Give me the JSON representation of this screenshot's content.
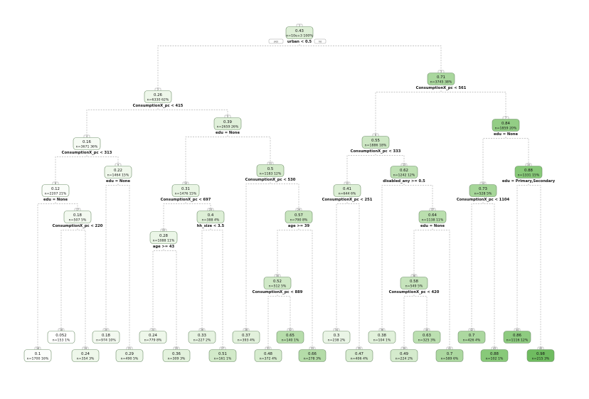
{
  "tree": {
    "root_labels": {
      "yes": "yes",
      "no": "no"
    },
    "nodes": [
      {
        "id": "1",
        "value": "0.43",
        "count": "n=10e+3  100%",
        "split": "urban < 0.5",
        "fill": "#deefd7"
      },
      {
        "id": "2",
        "value": "0.26",
        "count": "n=6330  62%",
        "split": "ConsumptionX_pc < 415",
        "fill": "#eef7ea"
      },
      {
        "id": "3",
        "value": "0.71",
        "count": "n=3745  38%",
        "split": "ConsumptionX_pc < 561",
        "fill": "#a9d79d"
      },
      {
        "id": "4",
        "value": "0.16",
        "count": "n=3671  36%",
        "split": "ConsumptionX_pc < 313",
        "fill": "#f6fbf4"
      },
      {
        "id": "5",
        "value": "0.39",
        "count": "n=2659  26%",
        "split": "edu = None",
        "fill": "#e0f0da"
      },
      {
        "id": "6",
        "value": "0.55",
        "count": "n=1886  18%",
        "split": "ConsumptionX_pc < 333",
        "fill": "#cde7c4"
      },
      {
        "id": "7",
        "value": "0.84",
        "count": "n=1859  20%",
        "split": "edu = None",
        "fill": "#93cd85"
      },
      {
        "id": "8",
        "value": "0.12",
        "count": "n=2207  21%",
        "split": "edu = None",
        "fill": "#fafdf9"
      },
      {
        "id": "9",
        "value": "0.22",
        "count": "n=1464  15%",
        "split": "edu = None",
        "fill": "#f0f8ec"
      },
      {
        "id": "10",
        "value": "0.31",
        "count": "n=1476  15%",
        "split": "ConsumptionX_pc < 697",
        "fill": "#e9f5e4"
      },
      {
        "id": "11",
        "value": "0.5",
        "count": "n=1183  12%",
        "split": "ConsumptionX_pc < 530",
        "fill": "#d4eacb"
      },
      {
        "id": "12",
        "value": "0.41",
        "count": "n=644  6%",
        "split": "ConsumptionX_pc < 251",
        "fill": "#dcefd5"
      },
      {
        "id": "13",
        "value": "0.62",
        "count": "n=1242  12%",
        "split": "disabled_any >= 0.5",
        "fill": "#bfe1b4"
      },
      {
        "id": "14",
        "value": "0.73",
        "count": "n=528  5%",
        "split": "ConsumptionX_pc < 1104",
        "fill": "#a6d699"
      },
      {
        "id": "15",
        "value": "0.88",
        "count": "n=1331  15%",
        "split": "edu = Primary,Secondary",
        "fill": "#88c979"
      },
      {
        "id": "16",
        "value": "0.1",
        "count": "n=1700  16%",
        "split": "",
        "fill": "#fbfdfa"
      },
      {
        "id": "17",
        "value": "0.18",
        "count": "n=507  5%",
        "split": "ConsumptionX_pc < 220",
        "fill": "#f3f9f0"
      },
      {
        "id": "18",
        "value": "0.052",
        "count": "n=153  1%",
        "split": "",
        "fill": "#ffffff"
      },
      {
        "id": "19",
        "value": "0.24",
        "count": "n=354  3%",
        "split": "",
        "fill": "#eef7ea"
      },
      {
        "id": "20",
        "value": "0.18",
        "count": "n=974  10%",
        "split": "",
        "fill": "#f3f9f0"
      },
      {
        "id": "21",
        "value": "0.29",
        "count": "n=490  5%",
        "split": "",
        "fill": "#eaf5e6"
      },
      {
        "id": "22",
        "value": "0.28",
        "count": "n=1088  11%",
        "split": "age >= 43",
        "fill": "#ebf6e7"
      },
      {
        "id": "23",
        "value": "0.4",
        "count": "n=388  4%",
        "split": "hh_size < 3.5",
        "fill": "#ddefd6"
      },
      {
        "id": "24",
        "value": "0.24",
        "count": "n=779  8%",
        "split": "",
        "fill": "#eef7ea"
      },
      {
        "id": "25",
        "value": "0.36",
        "count": "n=309  3%",
        "split": "",
        "fill": "#e3f2dd"
      },
      {
        "id": "26",
        "value": "0.33",
        "count": "n=227  2%",
        "split": "",
        "fill": "#e6f3e1"
      },
      {
        "id": "27",
        "value": "0.51",
        "count": "n=161  1%",
        "split": "",
        "fill": "#d2eac9"
      },
      {
        "id": "28",
        "value": "0.37",
        "count": "n=393  4%",
        "split": "",
        "fill": "#e2f1dc"
      },
      {
        "id": "29",
        "value": "0.57",
        "count": "n=790  8%",
        "split": "age >= 39",
        "fill": "#c8e5be"
      },
      {
        "id": "30",
        "value": "0.52",
        "count": "n=512  5%",
        "split": "ConsumptionX_pc < 889",
        "fill": "#d0e9c7"
      },
      {
        "id": "31",
        "value": "0.48",
        "count": "n=372  4%",
        "split": "",
        "fill": "#d6ecce"
      },
      {
        "id": "32",
        "value": "0.65",
        "count": "n=140  1%",
        "split": "",
        "fill": "#b7ddab"
      },
      {
        "id": "33",
        "value": "0.66",
        "count": "n=278  3%",
        "split": "",
        "fill": "#b4dca8"
      },
      {
        "id": "34",
        "value": "0.3",
        "count": "n=238  2%",
        "split": "",
        "fill": "#eaf5e6"
      },
      {
        "id": "35",
        "value": "0.47",
        "count": "n=406  4%",
        "split": "",
        "fill": "#d7ecd0"
      },
      {
        "id": "36",
        "value": "0.38",
        "count": "n=104  1%",
        "split": "",
        "fill": "#e1f1db"
      },
      {
        "id": "37",
        "value": "0.64",
        "count": "n=1138  11%",
        "split": "edu = None",
        "fill": "#badfae"
      },
      {
        "id": "38",
        "value": "0.58",
        "count": "n=549  5%",
        "split": "ConsumptionX_pc < 420",
        "fill": "#c6e4bc"
      },
      {
        "id": "39",
        "value": "0.49",
        "count": "n=224  2%",
        "split": "",
        "fill": "#d5ebcd"
      },
      {
        "id": "40",
        "value": "0.63",
        "count": "n=325  3%",
        "split": "",
        "fill": "#bce0b1"
      },
      {
        "id": "41",
        "value": "0.7",
        "count": "n=589  6%",
        "split": "",
        "fill": "#acd8a0"
      },
      {
        "id": "42",
        "value": "0.7",
        "count": "n=426  4%",
        "split": "",
        "fill": "#acd8a0"
      },
      {
        "id": "43",
        "value": "0.88",
        "count": "n=102  1%",
        "split": "",
        "fill": "#88c979"
      },
      {
        "id": "44",
        "value": "0.86",
        "count": "n=1116  12%",
        "split": "",
        "fill": "#8ecb80"
      },
      {
        "id": "45",
        "value": "0.98",
        "count": "n=215  3%",
        "split": "",
        "fill": "#6fbc60"
      }
    ],
    "edges": [
      [
        "1",
        "2"
      ],
      [
        "1",
        "3"
      ],
      [
        "2",
        "4"
      ],
      [
        "2",
        "5"
      ],
      [
        "3",
        "6"
      ],
      [
        "3",
        "7"
      ],
      [
        "4",
        "8"
      ],
      [
        "4",
        "9"
      ],
      [
        "5",
        "10"
      ],
      [
        "5",
        "11"
      ],
      [
        "6",
        "12"
      ],
      [
        "6",
        "13"
      ],
      [
        "7",
        "14"
      ],
      [
        "7",
        "15"
      ],
      [
        "8",
        "16"
      ],
      [
        "8",
        "17"
      ],
      [
        "17",
        "18"
      ],
      [
        "17",
        "19"
      ],
      [
        "9",
        "20"
      ],
      [
        "9",
        "21"
      ],
      [
        "10",
        "22"
      ],
      [
        "10",
        "23"
      ],
      [
        "22",
        "24"
      ],
      [
        "22",
        "25"
      ],
      [
        "23",
        "26"
      ],
      [
        "23",
        "27"
      ],
      [
        "11",
        "28"
      ],
      [
        "11",
        "29"
      ],
      [
        "29",
        "30"
      ],
      [
        "29",
        "33"
      ],
      [
        "30",
        "31"
      ],
      [
        "30",
        "32"
      ],
      [
        "12",
        "34"
      ],
      [
        "12",
        "35"
      ],
      [
        "13",
        "36"
      ],
      [
        "13",
        "37"
      ],
      [
        "37",
        "38"
      ],
      [
        "37",
        "41"
      ],
      [
        "38",
        "39"
      ],
      [
        "38",
        "40"
      ],
      [
        "14",
        "42"
      ],
      [
        "14",
        "43"
      ],
      [
        "15",
        "44"
      ],
      [
        "15",
        "45"
      ]
    ]
  }
}
